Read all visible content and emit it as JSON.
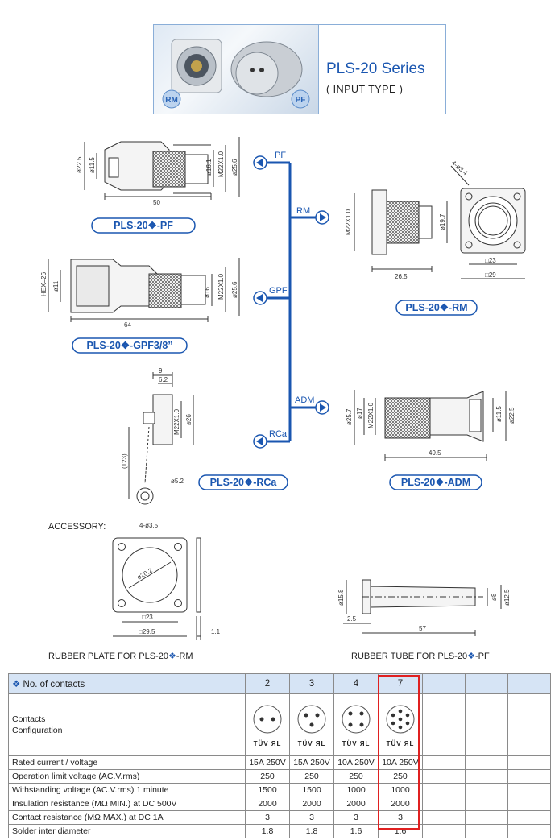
{
  "banner": {
    "title": "PLS-20 Series",
    "subtitle": "( INPUT TYPE )",
    "badge_rm": "RM",
    "badge_pf": "PF"
  },
  "models": {
    "pf": "PLS-20❖-PF",
    "gpf": "PLS-20❖-GPF3/8”",
    "rca": "PLS-20❖-RCa",
    "rm": "PLS-20❖-RM",
    "adm": "PLS-20❖-ADM"
  },
  "branches": {
    "pf": "PF",
    "rm": "RM",
    "gpf": "GPF",
    "adm": "ADM",
    "rca": "RCa"
  },
  "dims": {
    "pf": {
      "d1": "ø22.5",
      "d2": "ø11.5",
      "d3": "ø16.1",
      "d4": "M22X1.0",
      "d5": "ø25.6",
      "len": "50"
    },
    "gpf": {
      "hex": "HEX=26",
      "d1": "ø11",
      "d2": "ø16.1",
      "d3": "M22X1.0",
      "d4": "ø25.6",
      "len": "64"
    },
    "rca": {
      "w1": "9",
      "w2": "6.2",
      "d1": "M22X1.0",
      "d2": "ø26",
      "chain": "(123)",
      "ring": "ø5.2"
    },
    "rm": {
      "thread": "M22X1.0",
      "d1": "ø19.7",
      "len": "26.5",
      "holes": "4-ø3.4",
      "sq1": "□23",
      "sq2": "□29"
    },
    "adm": {
      "d1": "ø25.7",
      "d2": "ø17",
      "d3": "M22X1.0",
      "d4": "ø11.5",
      "d5": "ø22.5",
      "len": "49.5"
    },
    "plate": {
      "holes": "4-ø3.5",
      "d1": "ø20.2",
      "sq1": "□23",
      "sq2": "□29.5",
      "t": "1.1"
    },
    "tube": {
      "d1": "ø15.8",
      "d2": "ø8",
      "d3": "ø12.5",
      "l1": "2.5",
      "len": "57"
    }
  },
  "accessory": {
    "label": "ACCESSORY:",
    "plate_caption_pre": "RUBBER PLATE FOR PLS-20",
    "plate_caption_post": "-RM",
    "tube_caption_pre": "RUBBER TUBE FOR PLS-20",
    "tube_caption_post": "-PF"
  },
  "table": {
    "header_label": "No. of contacts",
    "contacts": [
      "2",
      "3",
      "4",
      "7"
    ],
    "config_label_1": "Contacts",
    "config_label_2": "Configuration",
    "cert": "TÜV",
    "cert2": "ЯL",
    "rows": [
      {
        "label": "Rated current / voltage",
        "values": [
          "15A 250V",
          "15A 250V",
          "10A 250V",
          "10A 250V"
        ]
      },
      {
        "label": "Operation limit voltage (AC.V.rms)",
        "values": [
          "250",
          "250",
          "250",
          "250"
        ]
      },
      {
        "label": "Withstanding voltage (AC.V.rms) 1 minute",
        "values": [
          "1500",
          "1500",
          "1000",
          "1000"
        ]
      },
      {
        "label": "Insulation resistance (MΩ MIN.) at DC 500V",
        "values": [
          "2000",
          "2000",
          "2000",
          "2000"
        ]
      },
      {
        "label": "Contact resistance (MΩ MAX.) at DC 1A",
        "values": [
          "3",
          "3",
          "3",
          "3"
        ]
      },
      {
        "label": "Solder inter diameter",
        "values": [
          "1.8",
          "1.8",
          "1.6",
          "1.6"
        ]
      }
    ]
  },
  "colors": {
    "accent": "#1a56b0",
    "highlight": "#e02020",
    "header_bg": "#d6e4f5"
  }
}
